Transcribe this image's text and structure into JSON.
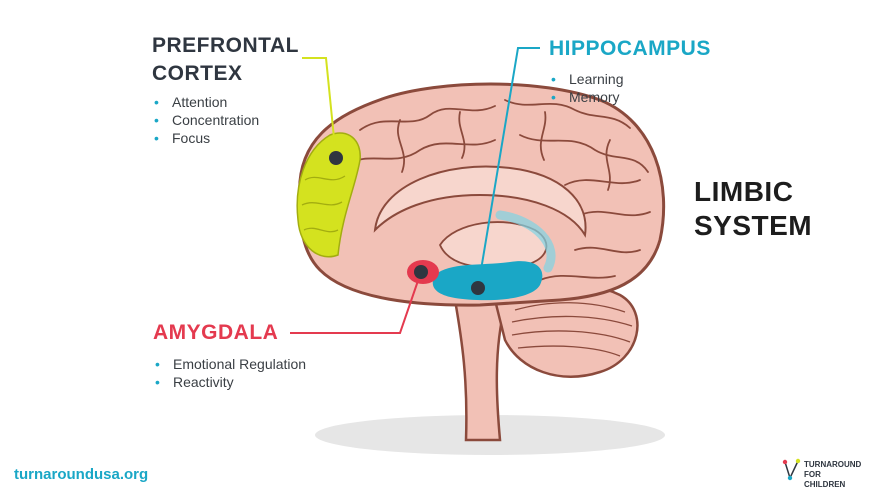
{
  "prefrontal": {
    "title": "PREFRONTAL CORTEX",
    "items": [
      "Attention",
      "Concentration",
      "Focus"
    ],
    "color": "#d4e21f"
  },
  "hippocampus": {
    "title": "HIPPOCAMPUS",
    "items": [
      "Learning",
      "Memory"
    ],
    "color": "#1aa7c6"
  },
  "amygdala": {
    "title": "AMYGDALA",
    "items": [
      "Emotional Regulation",
      "Reactivity"
    ],
    "color": "#e43a4f"
  },
  "system_label": "LIMBIC SYSTEM",
  "footer": {
    "website": "turnaroundusa.org",
    "logo_line1": "TURNAROUND",
    "logo_line2": "FOR CHILDREN"
  },
  "colors": {
    "brain": "#f2c1b6",
    "brain_outline": "#8b4a3c",
    "text_dark": "#2f3640",
    "bullet": "#1aa7c6"
  }
}
